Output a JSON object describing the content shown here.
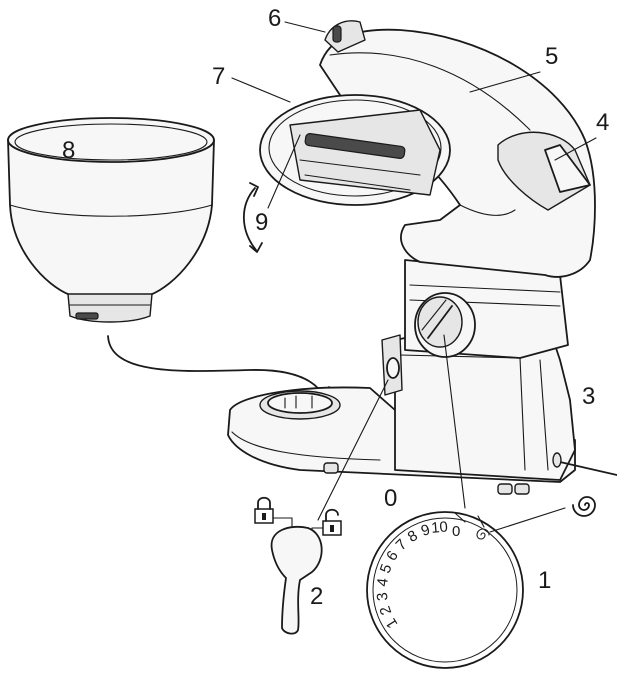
{
  "callouts": {
    "c1": "1",
    "c2": "2",
    "c3": "3",
    "c4": "4",
    "c5": "5",
    "c6": "6",
    "c7": "7",
    "c8": "8",
    "c9": "9",
    "c0": "0"
  },
  "dial": {
    "off": "0",
    "speeds": [
      "1",
      "2",
      "3",
      "4",
      "5",
      "6",
      "7",
      "8",
      "9",
      "10"
    ]
  },
  "icons": {
    "locked": "padlock-closed-icon",
    "unlocked": "padlock-open-icon",
    "pulse": "spiral-icon"
  }
}
